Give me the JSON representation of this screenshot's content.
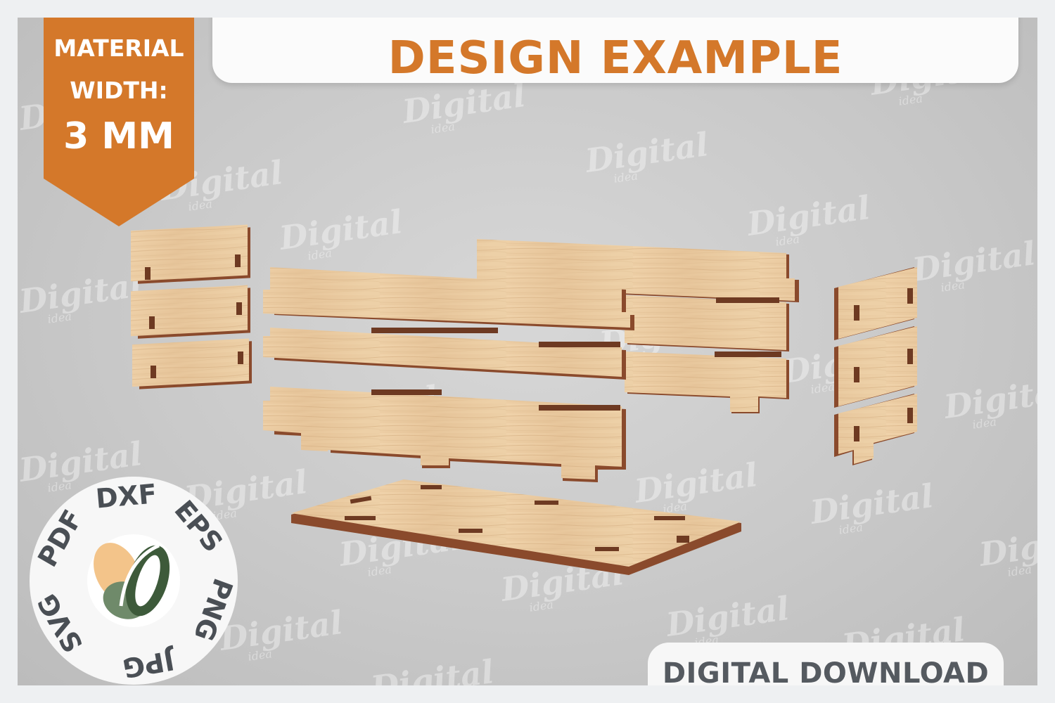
{
  "header": {
    "title": "DESIGN EXAMPLE"
  },
  "material": {
    "line1": "MATERIAL",
    "line2": "WIDTH:",
    "line3": "3 MM"
  },
  "footer": {
    "download_label": "DIGITAL DOWNLOAD"
  },
  "badge": {
    "formats": [
      "PDF",
      "DXF",
      "EPS",
      "PNG",
      "JPG",
      "SVG"
    ],
    "logo_icon": "leaf-d-logo-icon"
  },
  "watermark": {
    "word": "Digital",
    "sub": "idea"
  },
  "colors": {
    "accent": "#d4782a",
    "wood_face": "#e8c9a0",
    "wood_edge": "#8a4a2c",
    "background": "#c9c9c9",
    "text_gray": "#555a60"
  }
}
